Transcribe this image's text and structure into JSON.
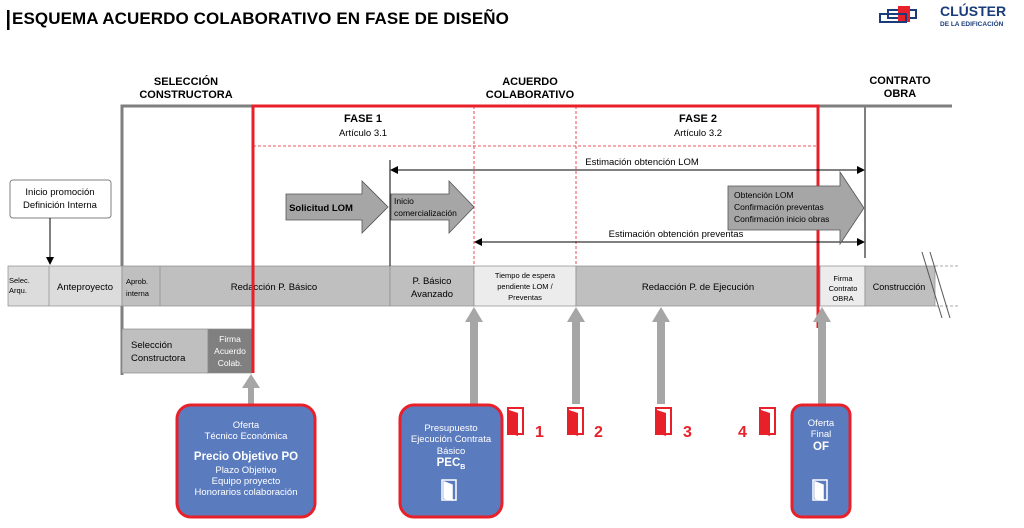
{
  "title": "ESQUEMA ACUERDO COLABORATIVO EN FASE DE DISEÑO",
  "logo": {
    "line1": "CLÚSTER",
    "line2": "DE LA EDIFICACIÓN"
  },
  "headers": {
    "seleccion": [
      "SELECCIÓN",
      "CONSTRUCTORA"
    ],
    "acuerdo": [
      "ACUERDO",
      "COLABORATIVO"
    ],
    "contrato": [
      "CONTRATO",
      "OBRA"
    ]
  },
  "fase1": {
    "name": "FASE 1",
    "article": "Artículo 3.1"
  },
  "fase2": {
    "name": "FASE 2",
    "article": "Artículo 3.2"
  },
  "inicio_promocion": [
    "Inicio promoción",
    "Definición Interna"
  ],
  "spans": {
    "lom": "Estimación obtención LOM",
    "preventas": "Estimación obtención preventas"
  },
  "arrows": {
    "solicitud": "Solicitud LOM",
    "inicio": [
      "Inicio",
      "comercialización"
    ],
    "obtencion": [
      "Obtención LOM",
      "Confirmación preventas",
      "Confirmación inicio obras"
    ]
  },
  "timeline": {
    "selec": [
      "Selec.",
      "Arqu."
    ],
    "anteproyecto": "Anteproyecto",
    "aprob": [
      "Aprob.",
      "interna"
    ],
    "redaccion_basico": "Redacción P. Básico",
    "basico_avanzado": [
      "P. Básico",
      "Avanzado"
    ],
    "espera": [
      "Tiempo de espera",
      "pendiente LOM /",
      "Preventas"
    ],
    "redaccion_ejecucion": "Redacción P. de Ejecución",
    "firma_contrato": [
      "Firma",
      "Contrato",
      "OBRA"
    ],
    "construccion": "Construcción"
  },
  "second_row": {
    "seleccion": [
      "Selección",
      "Constructora"
    ],
    "firma": [
      "Firma",
      "Acuerdo",
      "Colab."
    ]
  },
  "milestones": [
    "1",
    "2",
    "3",
    "4"
  ],
  "boxes": {
    "oferta": {
      "line1": "Oferta",
      "line2": "Técnico Económica",
      "bold": "Precio Objetivo PO",
      "line3": "Plazo Objetivo",
      "line4": "Equipo proyecto",
      "line5": "Honorarios colaboración"
    },
    "presupuesto": {
      "line1": "Presupuesto",
      "line2": "Ejecución Contrata",
      "line3": "Básico",
      "bold": "PEC",
      "sub": "B"
    },
    "oferta_final": {
      "line1": "Oferta",
      "line2": "Final",
      "bold": "OF"
    }
  },
  "colors": {
    "red": "#e8202a",
    "blue": "#5b7bbf",
    "gray": "#bfbfbf",
    "dark_gray": "#808080",
    "arrow_gray": "#a6a6a6",
    "navy": "#1a3c7a"
  }
}
